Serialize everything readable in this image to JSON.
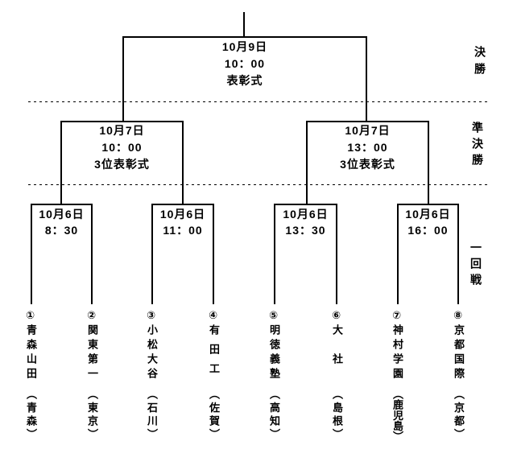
{
  "rounds": {
    "final": {
      "label": "決勝",
      "match": {
        "date": "10月9日",
        "time": "10：00",
        "note": "表彰式"
      }
    },
    "semifinal": {
      "label": "準決勝",
      "matches": [
        {
          "date": "10月7日",
          "time": "10：00",
          "note": "3位表彰式"
        },
        {
          "date": "10月7日",
          "time": "13：00",
          "note": "3位表彰式"
        }
      ]
    },
    "first_round": {
      "label": "一回戦",
      "matches": [
        {
          "date": "10月6日",
          "time": "8：30"
        },
        {
          "date": "10月6日",
          "time": "11：00"
        },
        {
          "date": "10月6日",
          "time": "13：30"
        },
        {
          "date": "10月6日",
          "time": "16：00"
        }
      ]
    }
  },
  "teams": [
    {
      "seed": "①",
      "school": "青森山田",
      "prefecture": "（青森）"
    },
    {
      "seed": "②",
      "school": "関東第一",
      "prefecture": "（東京）"
    },
    {
      "seed": "③",
      "school": "小松大谷",
      "prefecture": "（石川）"
    },
    {
      "seed": "④",
      "school": "有田工",
      "prefecture": "（佐賀）"
    },
    {
      "seed": "⑤",
      "school": "明徳義塾",
      "prefecture": "（高知）"
    },
    {
      "seed": "⑥",
      "school": "大社",
      "prefecture": "（島根）"
    },
    {
      "seed": "⑦",
      "school": "神村学園",
      "prefecture": "（鹿児島）"
    },
    {
      "seed": "⑧",
      "school": "京都国際",
      "prefecture": "（京都）"
    }
  ],
  "colors": {
    "background": "#ffffff",
    "line": "#000000",
    "text": "#000000"
  }
}
